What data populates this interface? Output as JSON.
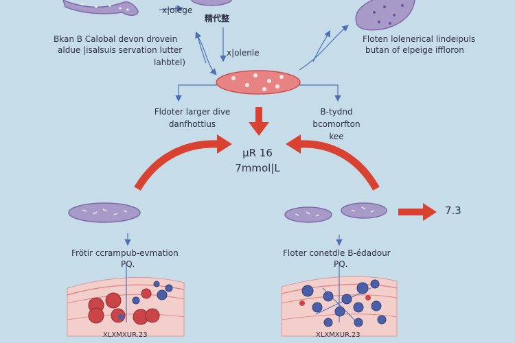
{
  "labels": {
    "top_small": "x|olege",
    "top_cjk": "精代整",
    "top_mid": "x|olenle",
    "left_block": [
      "Bkan  B  Calobal devon drovein",
      "aldue  |isalsuis servation lutter",
      "lahbtel)"
    ],
    "right_block": [
      "Floten lolenerical lindeipuls",
      "butan of elpeige iffloron"
    ],
    "mid_left": [
      "Fldoter larger dive",
      "danfhottius"
    ],
    "mid_right": [
      "B-tydnd",
      "bcomorfton",
      "kee"
    ],
    "center_value": [
      "μR 16",
      "7mmol|L"
    ],
    "right_value": "7.3",
    "bottom_left_title": [
      "Frötir ccrampub-evmation",
      "PQ."
    ],
    "bottom_right_title": [
      "Floter conetdle B-édadour",
      "PQ."
    ],
    "bottom_left_caption": "XLXMXUR.23",
    "bottom_right_caption": "XLXMXUR.23"
  },
  "colors": {
    "background": "#c6dce8",
    "purple_cell": "#a79ac8",
    "purple_edge": "#7e6aa8",
    "red_cell": "#e78483",
    "red_edge": "#c9504f",
    "arrow_red": "#d94130",
    "arrow_blue": "#4d6fb4",
    "tissue_pink": "#f3cfcc",
    "tissue_line": "#e08b8b",
    "blood_red": "#c94548",
    "blue_cell": "#4a5fa7",
    "text": "#2a2f45"
  }
}
